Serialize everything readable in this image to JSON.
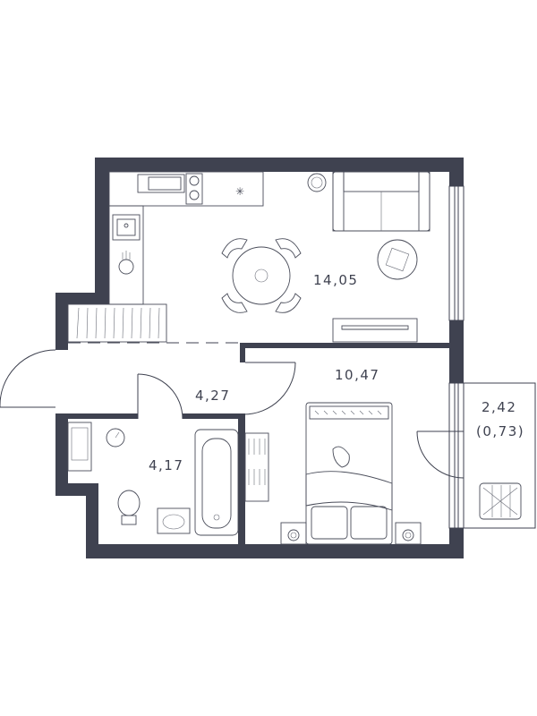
{
  "rooms": {
    "living_kitchen": {
      "area": "14,05"
    },
    "bedroom": {
      "area": "10,47"
    },
    "hallway": {
      "area": "4,27"
    },
    "bathroom": {
      "area": "4,17"
    },
    "balcony": {
      "area": "2,42",
      "reduced_area": "(0,73)"
    }
  },
  "colors": {
    "wall": "#3f4250",
    "background": "#ffffff",
    "furniture_line": "#4a4d5a"
  }
}
